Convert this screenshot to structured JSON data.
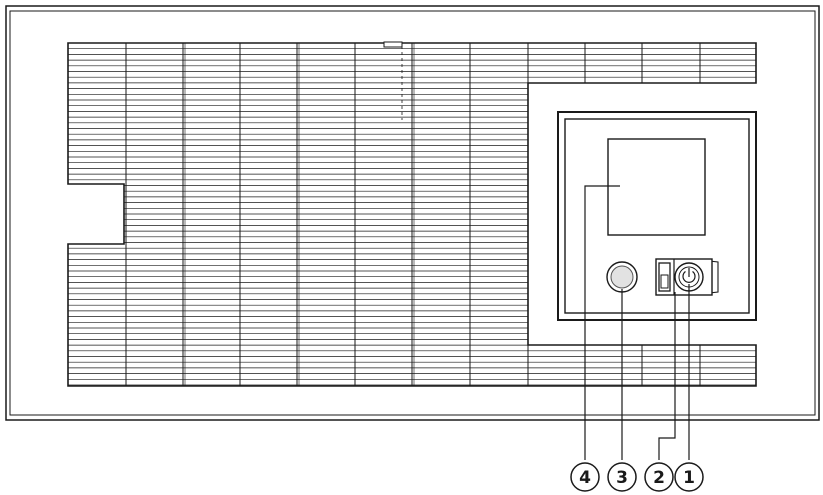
{
  "diagram": {
    "callouts": [
      {
        "id": "callout-1",
        "label": "1"
      },
      {
        "id": "callout-2",
        "label": "2"
      },
      {
        "id": "callout-3",
        "label": "3"
      },
      {
        "id": "callout-4",
        "label": "4"
      }
    ],
    "colors": {
      "line": "#1a1a1a",
      "panel_fill": "#ffffff",
      "background": "#ffffff",
      "button_fill": "#e2e2e2"
    },
    "icons": {
      "power_button": "power-icon",
      "ventilation": "vent-grille"
    }
  }
}
